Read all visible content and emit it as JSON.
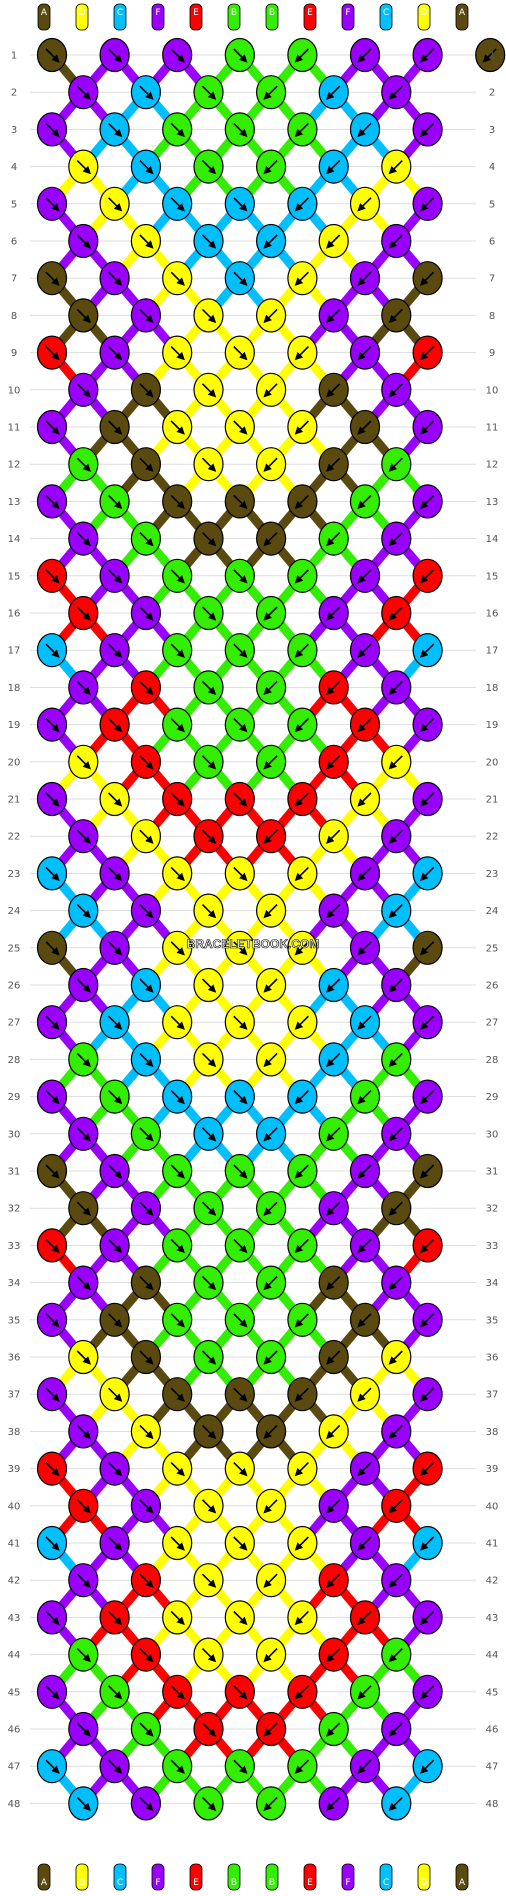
{
  "watermark": "BRACELETBOOK.COM",
  "row_labels": [
    "1",
    "2",
    "3",
    "4",
    "5",
    "6",
    "7",
    "8",
    "9",
    "10",
    "11",
    "12",
    "13",
    "14",
    "15",
    "16",
    "17",
    "18",
    "19",
    "20",
    "21",
    "22",
    "23",
    "24",
    "25",
    "26",
    "27",
    "28",
    "29",
    "30",
    "31",
    "32",
    "33",
    "34",
    "35",
    "36",
    "37",
    "38",
    "39",
    "40",
    "41",
    "42",
    "43",
    "44",
    "45",
    "46",
    "47",
    "48"
  ],
  "strands_top": [
    {
      "letter": "A",
      "color": "#5a4a10"
    },
    {
      "letter": "D",
      "color": "#ffff00"
    },
    {
      "letter": "C",
      "color": "#00bfff"
    },
    {
      "letter": "F",
      "color": "#9900ff"
    },
    {
      "letter": "E",
      "color": "#ff0000"
    },
    {
      "letter": "B",
      "color": "#33ee00"
    },
    {
      "letter": "B",
      "color": "#33ee00"
    },
    {
      "letter": "E",
      "color": "#ff0000"
    },
    {
      "letter": "F",
      "color": "#9900ff"
    },
    {
      "letter": "C",
      "color": "#00bfff"
    },
    {
      "letter": "D",
      "color": "#ffff00"
    },
    {
      "letter": "A",
      "color": "#5a4a10"
    }
  ],
  "strands_bottom": [
    {
      "letter": "A",
      "color": "#5a4a10"
    },
    {
      "letter": "D",
      "color": "#ffff00"
    },
    {
      "letter": "C",
      "color": "#00bfff"
    },
    {
      "letter": "F",
      "color": "#9900ff"
    },
    {
      "letter": "E",
      "color": "#ff0000"
    },
    {
      "letter": "B",
      "color": "#33ee00"
    },
    {
      "letter": "B",
      "color": "#33ee00"
    },
    {
      "letter": "E",
      "color": "#ff0000"
    },
    {
      "letter": "F",
      "color": "#9900ff"
    },
    {
      "letter": "C",
      "color": "#00bfff"
    },
    {
      "letter": "D",
      "color": "#ffff00"
    },
    {
      "letter": "A",
      "color": "#5a4a10"
    }
  ],
  "knot_colors": {
    "brown": "#5a4a10",
    "yellow": "#ffff00",
    "cyan": "#00bfff",
    "purple": "#9900ff",
    "red": "#ff0000",
    "green": "#33ee00"
  },
  "knot_rows": [
    [
      "brown",
      "purple",
      "purple",
      "green",
      "green",
      "purple",
      "purple",
      "brown"
    ],
    [
      "purple",
      "cyan",
      "green",
      "green",
      "cyan",
      "purple"
    ],
    [
      "purple",
      "cyan",
      "green",
      "green",
      "green",
      "cyan",
      "purple"
    ],
    [
      "yellow",
      "cyan",
      "green",
      "green",
      "cyan",
      "yellow"
    ],
    [
      "purple",
      "yellow",
      "cyan",
      "cyan",
      "cyan",
      "yellow",
      "purple"
    ],
    [
      "purple",
      "yellow",
      "cyan",
      "cyan",
      "yellow",
      "purple"
    ],
    [
      "brown",
      "purple",
      "yellow",
      "cyan",
      "yellow",
      "purple",
      "brown"
    ],
    [
      "brown",
      "purple",
      "yellow",
      "yellow",
      "purple",
      "brown"
    ],
    [
      "red",
      "purple",
      "yellow",
      "yellow",
      "yellow",
      "purple",
      "red"
    ],
    [
      "purple",
      "brown",
      "yellow",
      "yellow",
      "brown",
      "purple"
    ],
    [
      "purple",
      "brown",
      "yellow",
      "yellow",
      "yellow",
      "brown",
      "purple"
    ],
    [
      "green",
      "brown",
      "yellow",
      "yellow",
      "brown",
      "green"
    ],
    [
      "purple",
      "green",
      "brown",
      "brown",
      "brown",
      "green",
      "purple"
    ],
    [
      "purple",
      "green",
      "brown",
      "brown",
      "green",
      "purple"
    ],
    [
      "red",
      "purple",
      "green",
      "green",
      "green",
      "purple",
      "red"
    ],
    [
      "red",
      "purple",
      "green",
      "green",
      "purple",
      "red"
    ],
    [
      "cyan",
      "purple",
      "green",
      "green",
      "green",
      "purple",
      "cyan"
    ],
    [
      "purple",
      "red",
      "green",
      "green",
      "red",
      "purple"
    ],
    [
      "purple",
      "red",
      "green",
      "green",
      "green",
      "red",
      "purple"
    ],
    [
      "yellow",
      "red",
      "green",
      "green",
      "red",
      "yellow"
    ],
    [
      "purple",
      "yellow",
      "red",
      "red",
      "red",
      "yellow",
      "purple"
    ],
    [
      "purple",
      "yellow",
      "red",
      "red",
      "yellow",
      "purple"
    ],
    [
      "cyan",
      "purple",
      "yellow",
      "yellow",
      "yellow",
      "purple",
      "cyan"
    ],
    [
      "cyan",
      "purple",
      "yellow",
      "yellow",
      "purple",
      "cyan"
    ],
    [
      "brown",
      "purple",
      "yellow",
      "yellow",
      "yellow",
      "purple",
      "brown"
    ],
    [
      "purple",
      "cyan",
      "yellow",
      "yellow",
      "cyan",
      "purple"
    ],
    [
      "purple",
      "cyan",
      "yellow",
      "yellow",
      "yellow",
      "cyan",
      "purple"
    ],
    [
      "green",
      "cyan",
      "yellow",
      "yellow",
      "cyan",
      "green"
    ],
    [
      "purple",
      "green",
      "cyan",
      "cyan",
      "cyan",
      "green",
      "purple"
    ],
    [
      "purple",
      "green",
      "cyan",
      "cyan",
      "green",
      "purple"
    ],
    [
      "brown",
      "purple",
      "green",
      "green",
      "green",
      "purple",
      "brown"
    ],
    [
      "brown",
      "purple",
      "green",
      "green",
      "purple",
      "brown"
    ],
    [
      "red",
      "purple",
      "green",
      "green",
      "green",
      "purple",
      "red"
    ],
    [
      "purple",
      "brown",
      "green",
      "green",
      "brown",
      "purple"
    ],
    [
      "purple",
      "brown",
      "green",
      "green",
      "green",
      "brown",
      "purple"
    ],
    [
      "yellow",
      "brown",
      "green",
      "green",
      "brown",
      "yellow"
    ],
    [
      "purple",
      "yellow",
      "brown",
      "brown",
      "brown",
      "yellow",
      "purple"
    ],
    [
      "purple",
      "yellow",
      "brown",
      "brown",
      "yellow",
      "purple"
    ],
    [
      "red",
      "purple",
      "yellow",
      "yellow",
      "yellow",
      "purple",
      "red"
    ],
    [
      "red",
      "purple",
      "yellow",
      "yellow",
      "purple",
      "red"
    ],
    [
      "cyan",
      "purple",
      "yellow",
      "yellow",
      "yellow",
      "purple",
      "cyan"
    ],
    [
      "purple",
      "red",
      "yellow",
      "yellow",
      "red",
      "purple"
    ],
    [
      "purple",
      "red",
      "yellow",
      "yellow",
      "yellow",
      "red",
      "purple"
    ],
    [
      "green",
      "red",
      "yellow",
      "yellow",
      "red",
      "green"
    ],
    [
      "purple",
      "green",
      "red",
      "red",
      "red",
      "green",
      "purple"
    ],
    [
      "purple",
      "green",
      "red",
      "red",
      "green",
      "purple"
    ],
    [
      "cyan",
      "purple",
      "green",
      "green",
      "green",
      "purple",
      "cyan"
    ],
    [
      "cyan",
      "purple",
      "green",
      "green",
      "purple",
      "cyan"
    ]
  ]
}
